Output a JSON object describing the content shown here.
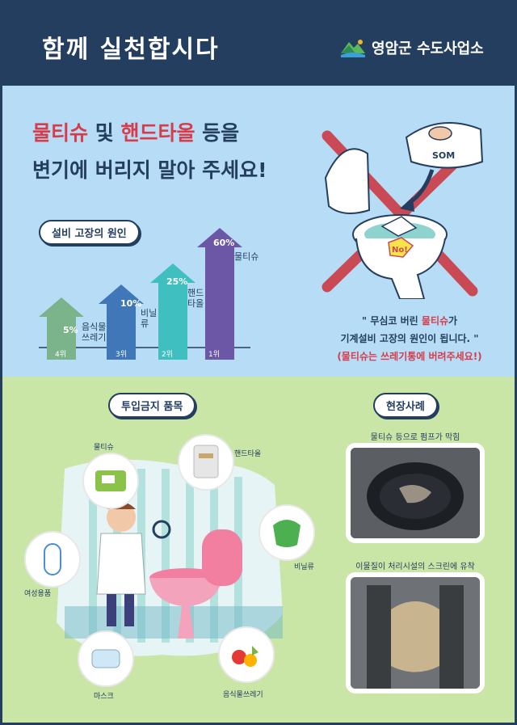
{
  "header": {
    "title": "함께 실천합시다",
    "org_name": "영암군 수도사업소"
  },
  "headline": {
    "line1_part1": "물티슈",
    "line1_part2": " 및 ",
    "line1_part3": "핸드타올",
    "line1_part4": " 등을",
    "line2": "변기에 버리지 말아 주세요!"
  },
  "cause_section": {
    "title": "설비 고장의 원인",
    "bars": [
      {
        "rank": "4위",
        "percent": "5%",
        "label_line1": "음식물",
        "label_line2": "쓰레기",
        "value": 5,
        "color": "#7bb48a"
      },
      {
        "rank": "3위",
        "percent": "10%",
        "label_line1": "비닐",
        "label_line2": "류",
        "value": 10,
        "color": "#3f77b8"
      },
      {
        "rank": "2위",
        "percent": "25%",
        "label_line1": "핸드",
        "label_line2": "타올",
        "value": 25,
        "color": "#3fbfbf"
      },
      {
        "rank": "1위",
        "percent": "60%",
        "label_line1": "물티슈",
        "label_line2": "",
        "value": 60,
        "color": "#6b57a5"
      }
    ]
  },
  "illustration": {
    "wipes_pack_text": "SOM",
    "no_text": "No!"
  },
  "quote": {
    "line1_part1": "\" 무심코 버린 ",
    "line1_part2": "물티슈",
    "line1_part3": "가",
    "line2": "기계설비 고장의 원인이 됩니다. \"",
    "note": "(물티슈는 쓰레기통에 버려주세요!)"
  },
  "prohibited": {
    "title": "투입금지 품목",
    "items": {
      "wipes": "물티슈",
      "hand_towel": "핸드타올",
      "plastic": "비닐류",
      "feminine": "여성용품",
      "mask": "마스크",
      "food": "음식물쓰레기"
    }
  },
  "field_cases": {
    "title": "현장사례",
    "case1": "물티슈 등으로 펌프가 막힘",
    "case2": "이물질이 처리시설의 스크린에 유착"
  },
  "colors": {
    "navy": "#243e5f",
    "red": "#d63c4a",
    "sky": "#b7dcf5",
    "green": "#c9e6a7"
  }
}
